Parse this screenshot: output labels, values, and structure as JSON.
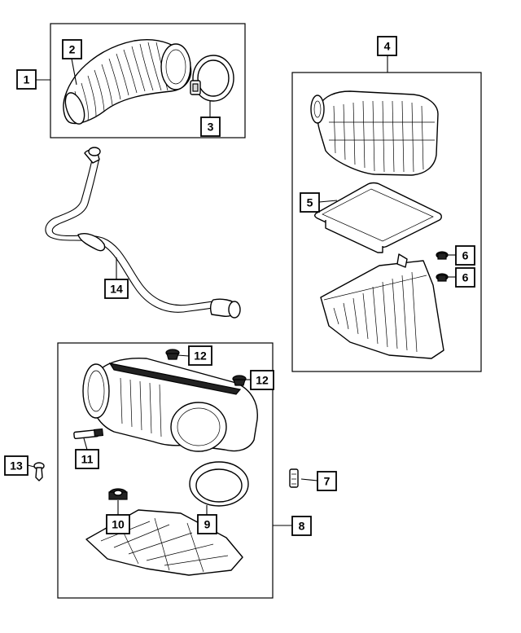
{
  "callouts": {
    "c1": "1",
    "c2": "2",
    "c3": "3",
    "c4": "4",
    "c5": "5",
    "c6a": "6",
    "c6b": "6",
    "c7": "7",
    "c8": "8",
    "c9": "9",
    "c10": "10",
    "c11": "11",
    "c12a": "12",
    "c12b": "12",
    "c13": "13",
    "c14": "14"
  }
}
